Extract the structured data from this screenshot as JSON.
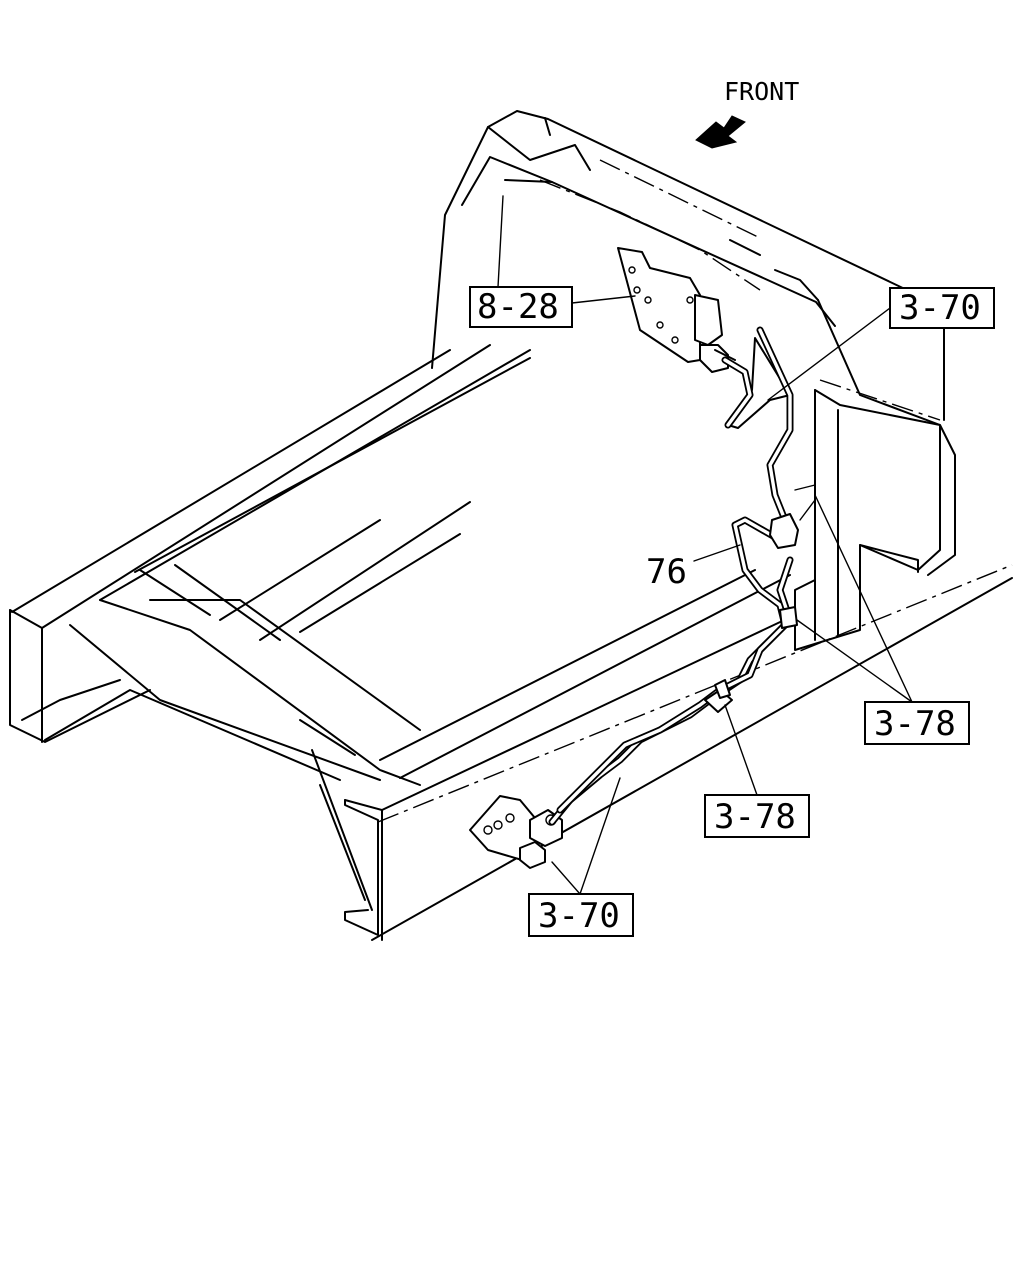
{
  "direction": {
    "label": "FRONT",
    "icon": "arrow-front-icon"
  },
  "callouts": [
    {
      "id": "ref-8-28",
      "text": "8-28"
    },
    {
      "id": "ref-3-70-top",
      "text": "3-70"
    },
    {
      "id": "ref-76",
      "text": "76"
    },
    {
      "id": "ref-3-78-right",
      "text": "3-78"
    },
    {
      "id": "ref-3-78-mid",
      "text": "3-78"
    },
    {
      "id": "ref-3-70-bottom",
      "text": "3-70"
    }
  ]
}
